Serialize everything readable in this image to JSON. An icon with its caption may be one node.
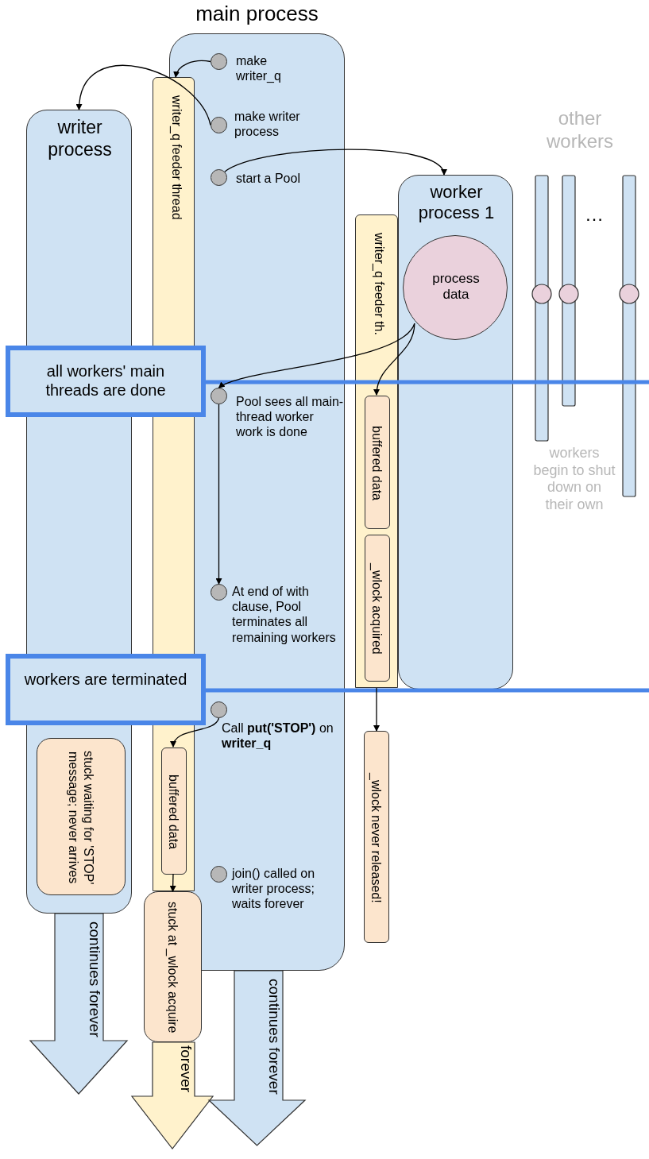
{
  "diagram": {
    "nodes": [
      {
        "text": [
          "main process"
        ]
      },
      {
        "text": [
          "writer process"
        ]
      },
      {
        "text": [
          "writer_q feeder thread"
        ]
      },
      {
        "text": [
          "make writer_q"
        ],
        "in": 0
      },
      {
        "text": [
          "make writer process"
        ],
        "in": 0
      },
      {
        "text": [
          "start a Pool"
        ],
        "in": 0
      },
      {
        "text": [
          "worker process 1"
        ]
      },
      {
        "text": [
          "writer_q feeder th."
        ]
      },
      {
        "text": [
          "process data"
        ],
        "in": 6
      },
      {
        "text": [],
        "shape": "bar"
      },
      {
        "text": [],
        "shape": "bar"
      },
      {
        "text": [],
        "shape": "bar"
      },
      {
        "text": [
          "all workers' main threads are done"
        ]
      },
      {
        "text": [
          "Pool sees all main-thread worker work is done"
        ],
        "in": 0
      },
      {
        "text": [
          "buffered data"
        ],
        "in": 7
      },
      {
        "text": [
          "_wlock acquired"
        ],
        "in": 7
      },
      {
        "text": [
          "At end of with clause, Pool terminates all remaining workers"
        ],
        "in": 0
      },
      {
        "text": [
          "workers are terminated"
        ]
      },
      {
        "text": [
          "Call **put('STOP')** on **writer_q**"
        ],
        "in": 0
      },
      {
        "text": [
          "stuck waiting for 'STOP' message; never arrives"
        ],
        "in": 1
      },
      {
        "text": [
          "buffered data"
        ],
        "in": 2
      },
      {
        "text": [
          "_wlock never released!"
        ]
      },
      {
        "text": [
          "join() called on writer process; waits forever"
        ],
        "in": 0
      },
      {
        "text": [
          "stuck at _wlock acquire"
        ]
      },
      {
        "text": [
          "continues forever"
        ]
      },
      {
        "text": [
          "forever"
        ]
      },
      {
        "text": [
          "continues forever"
        ]
      }
    ],
    "edges": [
      {
        "from": 3,
        "to": 2,
        "arrow": "to"
      },
      {
        "from": 4,
        "to": 1,
        "arrow": "to"
      },
      {
        "from": 5,
        "to": 6,
        "arrow": "to"
      },
      {
        "from": 8,
        "to": 13,
        "arrow": "to"
      },
      {
        "from": 8,
        "to": 14,
        "arrow": "to"
      },
      {
        "from": 13,
        "to": 16,
        "arrow": "to"
      },
      {
        "from": 7,
        "to": 21,
        "arrow": "to"
      },
      {
        "from": 18,
        "to": 20,
        "arrow": "to"
      },
      {
        "from": 20,
        "to": 23,
        "arrow": "to"
      }
    ],
    "labels": [
      "other workers",
      "…",
      "workers begin to shut down on their own"
    ]
  }
}
